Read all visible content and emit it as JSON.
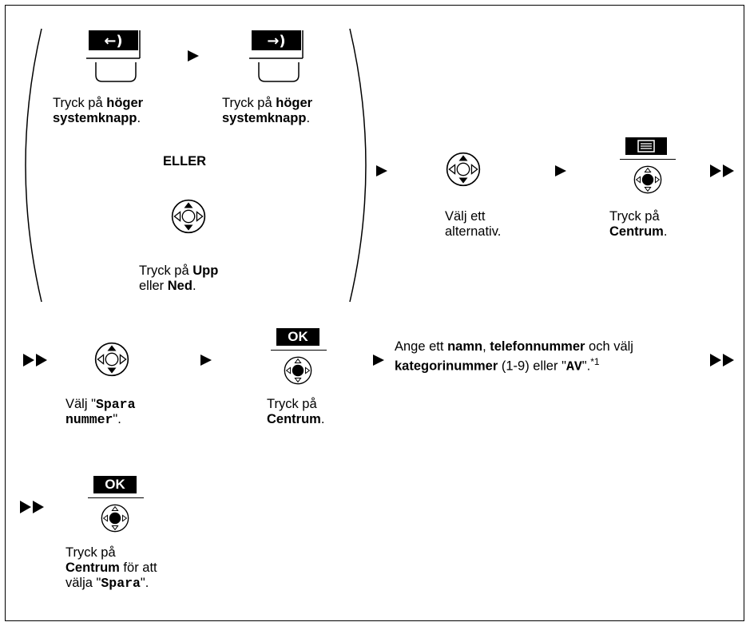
{
  "step1": {
    "option_a": {
      "key1_icon": "left-arrow-key-icon",
      "key1_caption": [
        "Tryck på ",
        "höger",
        "systemknapp",
        "."
      ],
      "key2_icon": "right-arrow-key-icon",
      "key2_caption": [
        "Tryck på ",
        "höger",
        "systemknapp",
        "."
      ]
    },
    "or_label": "ELLER",
    "option_b": {
      "caption": [
        "Tryck på ",
        "Upp",
        "eller ",
        "Ned",
        "."
      ]
    },
    "select_caption": [
      "Välj ett",
      "alternativ."
    ],
    "center_caption": [
      "Tryck på",
      "Centrum",
      "."
    ]
  },
  "step2": {
    "select_caption": [
      "Välj \"",
      "Spara",
      "nummer",
      "\"."
    ],
    "ok_label": "OK",
    "center_caption": [
      "Tryck på",
      "Centrum",
      "."
    ],
    "instruction": [
      "Ange ett ",
      "namn",
      ", ",
      "telefonnummer",
      " och välj",
      "kategorinummer",
      " (1-9) eller \"",
      "AV",
      "\".",
      "*1"
    ]
  },
  "step3": {
    "ok_label": "OK",
    "caption": [
      "Tryck på",
      "Centrum",
      " för att",
      "välja \"",
      "Spara",
      "\"."
    ]
  },
  "icons": {
    "next_arrow": "small-triangle-arrow-icon",
    "continue_arrow": "double-triangle-arrow-icon",
    "navigator": "navigator-key-icon",
    "center_button": "center-button-icon",
    "menu": "menu-icon"
  }
}
